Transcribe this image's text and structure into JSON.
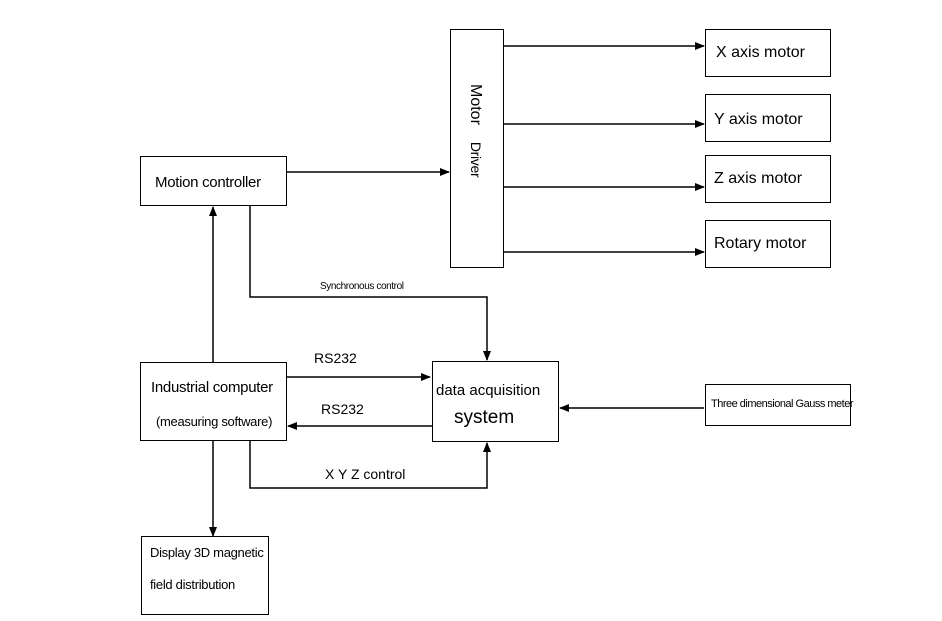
{
  "diagram": {
    "motion_controller": "Motion controller",
    "motor_driver": {
      "word1": "Motor",
      "word2": "Driver"
    },
    "motors": {
      "x": "X axis motor",
      "y": "Y axis motor",
      "z": "Z axis motor",
      "rotary": "Rotary motor"
    },
    "industrial_computer": {
      "line1": "Industrial computer",
      "line2": "(measuring software)"
    },
    "data_acquisition": {
      "line1": "data acquisition",
      "line2": "system"
    },
    "gauss_meter": "Three dimensional Gauss meter",
    "display": {
      "line1": "Display 3D magnetic",
      "line2": "field distribution"
    },
    "connections": {
      "sync_control": "Synchronous control",
      "rs232_out": "RS232",
      "rs232_in": "RS232",
      "xyz_control": "X Y Z control"
    }
  }
}
